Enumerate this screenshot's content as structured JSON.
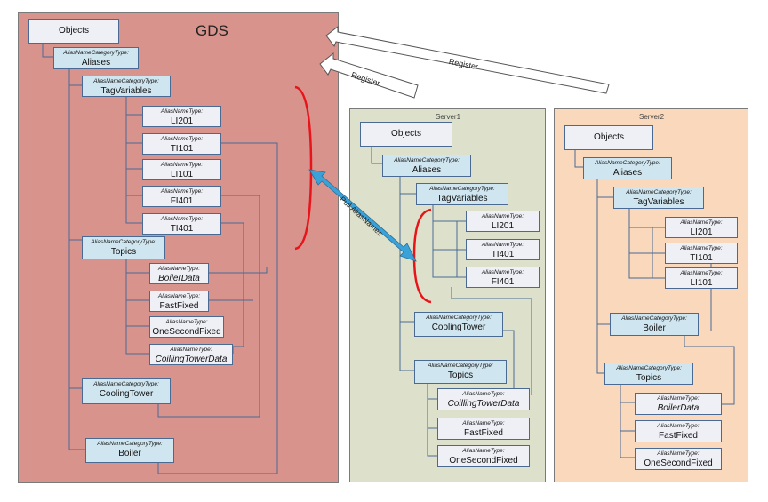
{
  "gds": {
    "title": "GDS",
    "objects": "Objects",
    "aliases": {
      "type": "AliasNameCategoryType:",
      "name": "Aliases"
    },
    "tag_variables": {
      "type": "AliasNameCategoryType:",
      "name": "TagVariables"
    },
    "tag_items": [
      {
        "type": "AliasNameType:",
        "name": "LI201"
      },
      {
        "type": "AliasNameType:",
        "name": "TI101"
      },
      {
        "type": "AliasNameType:",
        "name": "LI101"
      },
      {
        "type": "AliasNameType:",
        "name": "FI401"
      },
      {
        "type": "AliasNameType:",
        "name": "TI401"
      }
    ],
    "topics": {
      "type": "AliasNameCategoryType:",
      "name": "Topics"
    },
    "topic_items": [
      {
        "type": "AliasNameType:",
        "name": "BoilerData"
      },
      {
        "type": "AliasNameType:",
        "name": "FastFixed"
      },
      {
        "type": "AliasNameType:",
        "name": "OneSecondFixed"
      },
      {
        "type": "AliasNameType:",
        "name": "CoillingTowerData"
      }
    ],
    "cooling_tower": {
      "type": "AliasNameCategoryType:",
      "name": "CoolingTower"
    },
    "boiler": {
      "type": "AliasNameCategoryType:",
      "name": "Boiler"
    }
  },
  "server1": {
    "title": "Server1",
    "objects": "Objects",
    "aliases": {
      "type": "AliasNameCategoryType:",
      "name": "Aliases"
    },
    "tag_variables": {
      "type": "AliasNameCategoryType:",
      "name": "TagVariables"
    },
    "tag_items": [
      {
        "type": "AliasNameType:",
        "name": "LI201"
      },
      {
        "type": "AliasNameType:",
        "name": "TI401"
      },
      {
        "type": "AliasNameType:",
        "name": "FI401"
      }
    ],
    "cooling_tower": {
      "type": "AliasNameCategoryType:",
      "name": "CoolingTower"
    },
    "topics": {
      "type": "AliasNameCategoryType:",
      "name": "Topics"
    },
    "topic_items": [
      {
        "type": "AliasNameType:",
        "name": "CoillingTowerData"
      },
      {
        "type": "AliasNameType:",
        "name": "FastFixed"
      },
      {
        "type": "AliasNameType:",
        "name": "OneSecondFixed"
      }
    ]
  },
  "server2": {
    "title": "Server2",
    "objects": "Objects",
    "aliases": {
      "type": "AliasNameCategoryType:",
      "name": "Aliases"
    },
    "tag_variables": {
      "type": "AliasNameCategoryType:",
      "name": "TagVariables"
    },
    "tag_items": [
      {
        "type": "AliasNameType:",
        "name": "LI201"
      },
      {
        "type": "AliasNameType:",
        "name": "TI101"
      },
      {
        "type": "AliasNameType:",
        "name": "LI101"
      }
    ],
    "boiler": {
      "type": "AliasNameCategoryType:",
      "name": "Boiler"
    },
    "topics": {
      "type": "AliasNameCategoryType:",
      "name": "Topics"
    },
    "topic_items": [
      {
        "type": "AliasNameType:",
        "name": "BoilerData"
      },
      {
        "type": "AliasNameType:",
        "name": "FastFixed"
      },
      {
        "type": "AliasNameType:",
        "name": "OneSecondFixed"
      }
    ]
  },
  "arrows": {
    "register_1": "Register",
    "register_2": "Register",
    "pull": "Pull AliasNames"
  },
  "colors": {
    "gds_bg": "#d8938d",
    "server1_bg": "#dde1cb",
    "server2_bg": "#f9d8bb",
    "category_box": "#cfe5ef",
    "name_box": "#eef0f6",
    "connector": "#4a6a94",
    "bracket": "#e8141a",
    "pull_arrow": "#3aa2d8"
  }
}
